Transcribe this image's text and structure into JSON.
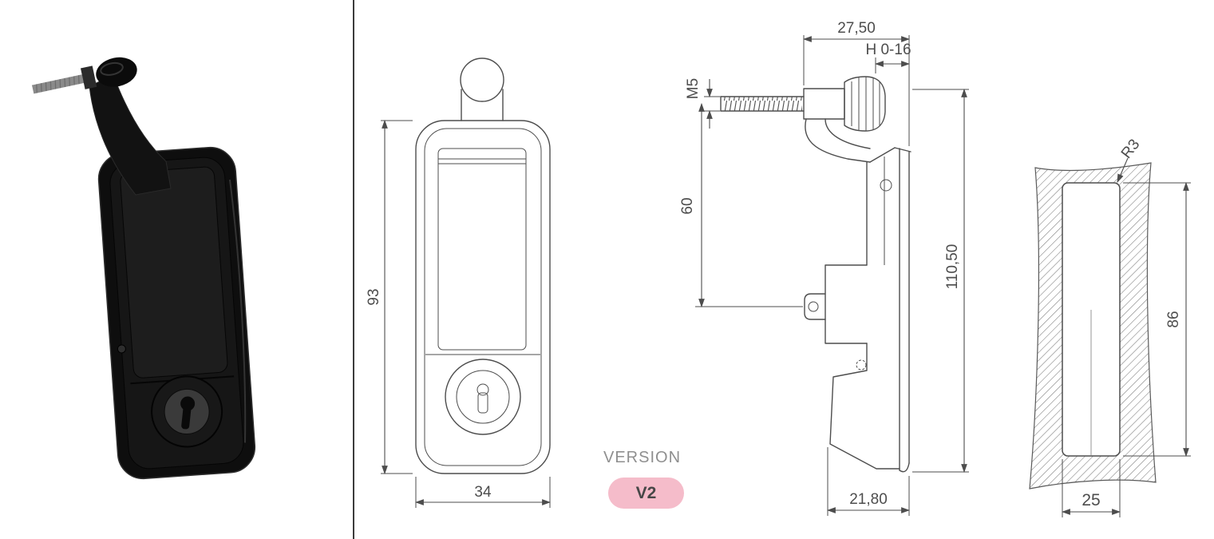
{
  "page": {
    "background": "#ffffff"
  },
  "colors": {
    "line": "#4d4d4d",
    "text": "#4d4d4d",
    "photo_black": "#111111",
    "badge_bg": "#f5bcca",
    "badge_text": "#474747",
    "version_label_color": "#8f8f8f"
  },
  "version": {
    "label": "VERSION",
    "badge": "V2"
  },
  "views": {
    "front": {
      "dims": {
        "height": "93",
        "width": "34"
      }
    },
    "side": {
      "dims": {
        "top_offset": "27,50",
        "grip_range": "H 0-16",
        "thread": "M5",
        "axis_to_cylinder": "60",
        "overall_height": "110,50",
        "depth": "21,80"
      }
    },
    "cutout": {
      "dims": {
        "corner_radius": "R3",
        "height": "86",
        "width": "25"
      }
    }
  }
}
